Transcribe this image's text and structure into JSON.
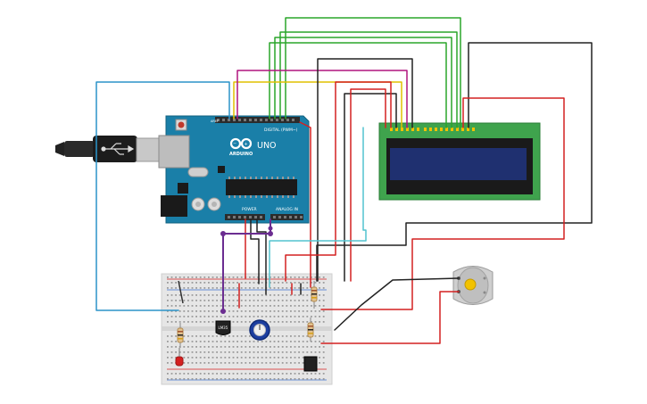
{
  "arduino": {
    "logo_text": "ARDUINO",
    "model": "UNO",
    "digital_label": "DIGITAL (PWM~)",
    "power_label": "POWER",
    "analog_label": "ANALOG IN",
    "aref_label": "AREF",
    "gnd_label": "GND"
  },
  "sensor": {
    "label": "LM35"
  },
  "colors": {
    "board": "#1a7fa8",
    "breadboard": "#e6e6e6",
    "lcd_pcb": "#3fa34d",
    "lcd_screen": "#1f3070",
    "wire_red": "#d42020",
    "wire_black": "#222222",
    "wire_green": "#2aa52a",
    "wire_yellow": "#e0c000",
    "wire_blue": "#2b93c9",
    "wire_magenta": "#b0157e",
    "wire_purple": "#6b2d91",
    "wire_cyan": "#52c4cf"
  }
}
